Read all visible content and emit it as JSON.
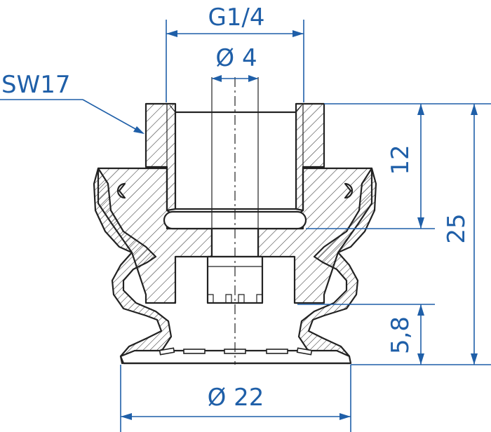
{
  "dimensions": {
    "thread": "G1/4",
    "bore": "Ø 4",
    "wrench": "SW17",
    "height_upper": "12",
    "height_total": "25",
    "height_lower": "5,8",
    "diameter": "Ø 22"
  },
  "colors": {
    "dimension": "#1f5fa8",
    "outline": "#222222"
  }
}
